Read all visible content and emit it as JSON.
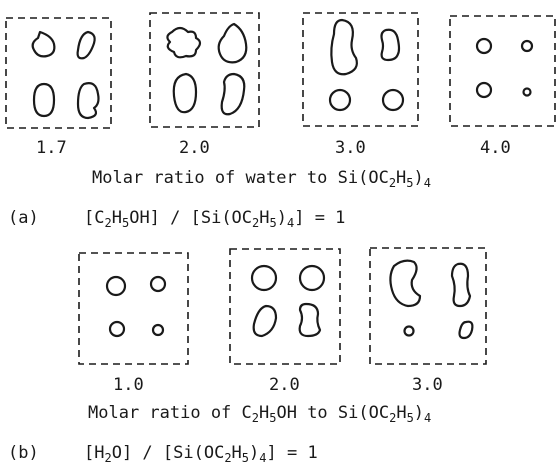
{
  "panel_a": {
    "values": [
      "1.7",
      "2.0",
      "3.0",
      "4.0"
    ],
    "axis_prefix": "Molar ratio of water to Si(OC",
    "tag": "(a)",
    "cond_open": "[C",
    "cond_mid": "OH] / [Si(OC",
    "cond_close": "] = 1"
  },
  "panel_b": {
    "values": [
      "1.0",
      "2.0",
      "3.0"
    ],
    "axis_prefix": "Molar ratio of C",
    "axis_mid": "OH to Si(OC",
    "tag": "(b)",
    "cond_open": "[H",
    "cond_mid": "O] /  [Si(OC",
    "cond_close": "] = 1"
  },
  "formula": {
    "h": "H",
    "close": ")"
  },
  "subscripts": {
    "two": "2",
    "five": "5",
    "four": "4"
  },
  "colors": {
    "ink": "#1a1a1a",
    "background": "#ffffff"
  }
}
